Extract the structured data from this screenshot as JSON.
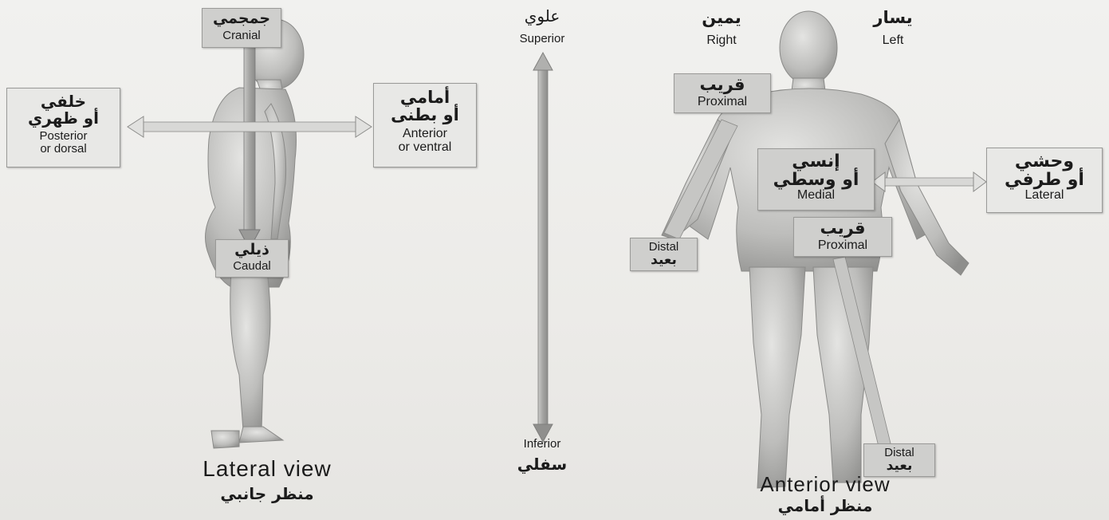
{
  "lateral": {
    "cranial": {
      "ar": "جمجمي",
      "en": "Cranial"
    },
    "caudal": {
      "ar": "ذيلي",
      "en": "Caudal"
    },
    "posterior": {
      "ar1": "خلفي",
      "ar2": "أو ظهري",
      "en1": "Posterior",
      "en2": "or dorsal"
    },
    "anterior": {
      "ar1": "أمامي",
      "ar2": "أو بطنى",
      "en1": "Anterior",
      "en2": "or ventral"
    },
    "view": {
      "en": "Lateral view",
      "ar": "منظر جانبي"
    }
  },
  "axis": {
    "superior": {
      "ar": "علوي",
      "en": "Superior"
    },
    "inferior": {
      "en": "Inferior",
      "ar": "سفلي"
    }
  },
  "anterior_view": {
    "right": {
      "ar": "يمين",
      "en": "Right"
    },
    "left": {
      "ar": "يسار",
      "en": "Left"
    },
    "proximal_arm": {
      "ar": "قريب",
      "en": "Proximal"
    },
    "distal_arm": {
      "en": "Distal",
      "ar": "بعيد"
    },
    "medial": {
      "ar1": "إنسي",
      "ar2": "أو وسطي",
      "en": "Medial"
    },
    "lateral": {
      "ar1": "وحشي",
      "ar2": "أو طرفي",
      "en": "Lateral"
    },
    "proximal_leg": {
      "ar": "قريب",
      "en": "Proximal"
    },
    "distal_leg": {
      "en": "Distal",
      "ar": "بعيد"
    },
    "view": {
      "en": "Anterior view",
      "ar": "منظر أمامي"
    }
  },
  "colors": {
    "box": "#cfcfcd",
    "arrow": "#a9a9a7",
    "skin": "#bdbdbb"
  }
}
